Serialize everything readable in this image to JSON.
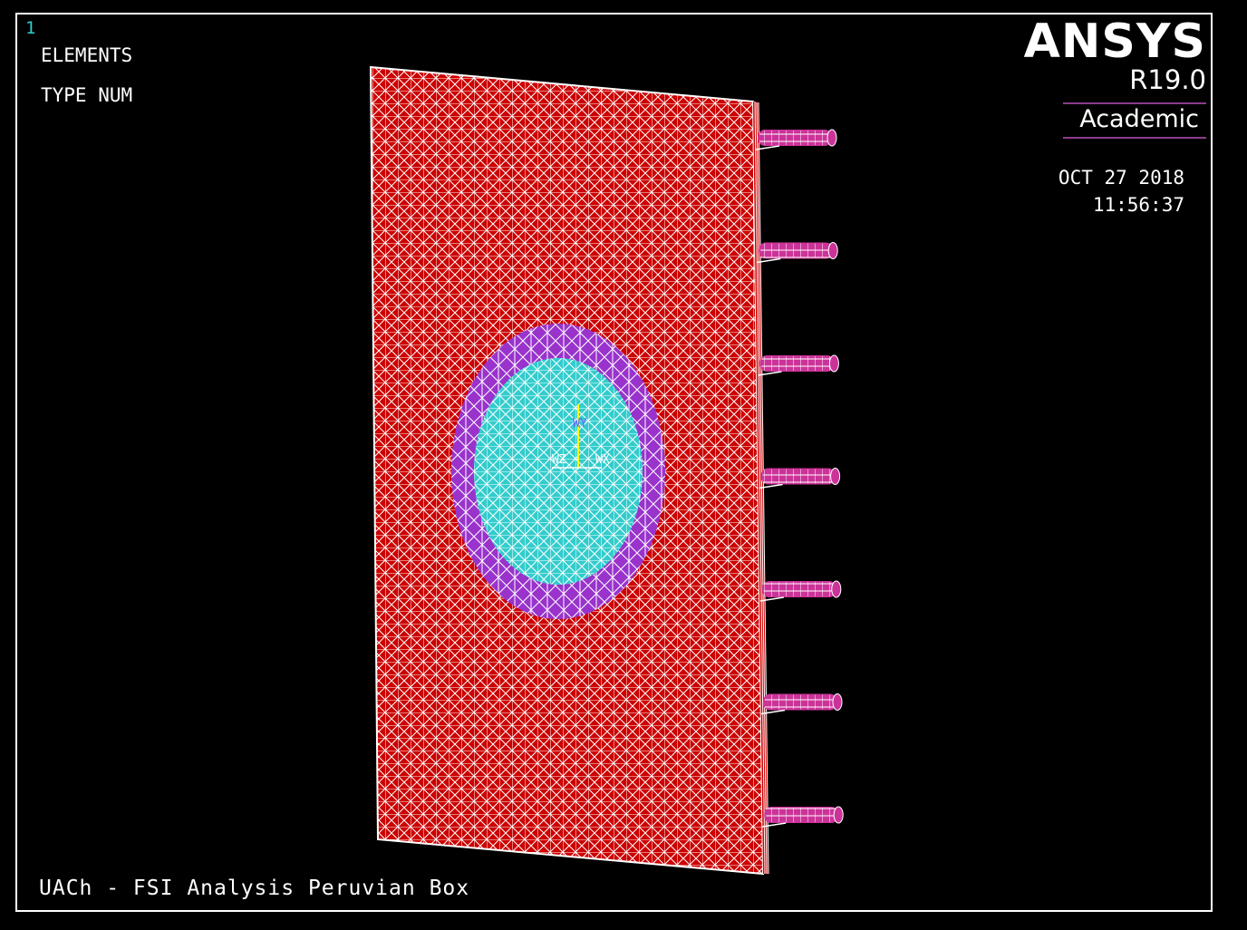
{
  "window": {
    "number": "1",
    "label_elements": "ELEMENTS",
    "label_type": "TYPE NUM"
  },
  "brand": {
    "name": "ANSYS",
    "version": "R19.0",
    "edition": "Academic"
  },
  "timestamp": {
    "date": "OCT 27 2018",
    "time": "11:56:37"
  },
  "title": "UACh - FSI Analysis Peruvian Box",
  "triad": {
    "x": "WX",
    "y": "WY",
    "z": "WZ"
  },
  "colors": {
    "background": "#000000",
    "plate": "#cc0000",
    "ring": "#9933cc",
    "core": "#33cccc",
    "supports": "#cc3399",
    "mesh_lines": "#ffffff"
  },
  "support_count": 7
}
